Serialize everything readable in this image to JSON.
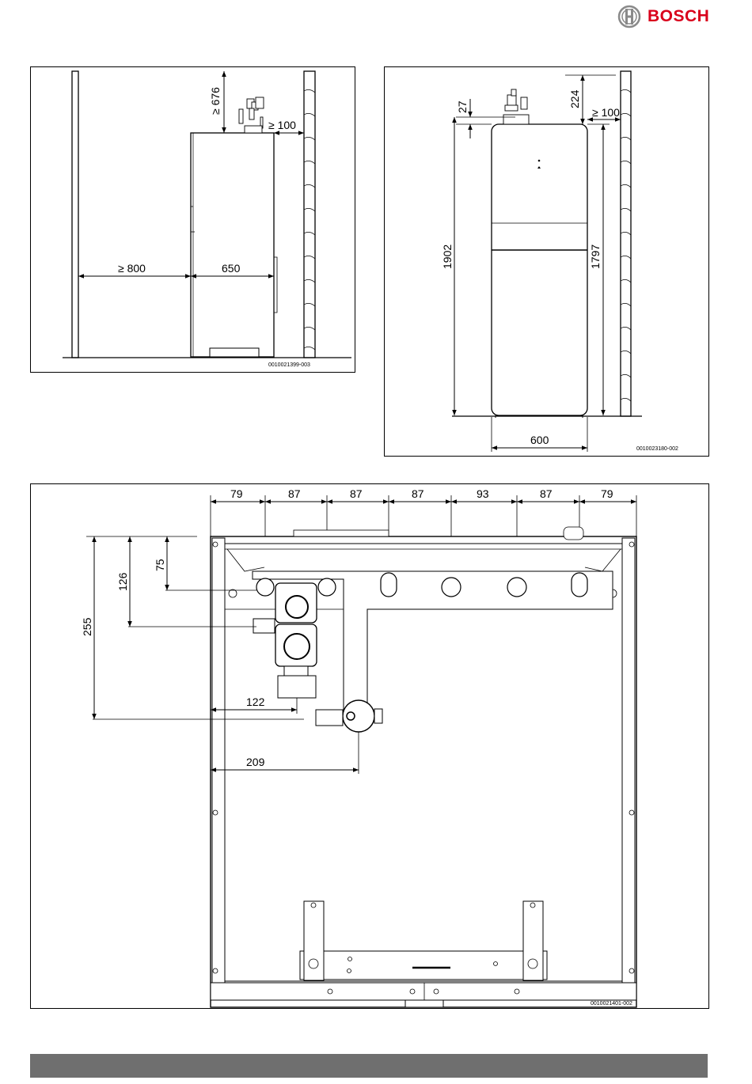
{
  "brand": {
    "name": "BOSCH",
    "color": "#d9001b"
  },
  "side_view": {
    "code": "0010021399-003",
    "dims": {
      "top_clearance": "≥ 676",
      "wall_clearance": "≥ 100",
      "front_clearance": "≥ 800",
      "depth": "650"
    }
  },
  "front_view": {
    "code": "0010023180-002",
    "dims": {
      "pipe_height": "27",
      "top_clearance": "224",
      "wall_clearance": "≥ 100",
      "overall_height": "1902",
      "cabinet_height": "1797",
      "width": "600"
    }
  },
  "top_view": {
    "code": "0010021401-002",
    "spacing": [
      "79",
      "87",
      "87",
      "87",
      "93",
      "87",
      "79"
    ],
    "depths": {
      "d75": "75",
      "d126": "126",
      "d255": "255"
    },
    "offsets": {
      "o122": "122",
      "o209": "209"
    }
  },
  "colors": {
    "footer_bar": "#6f6f6f"
  }
}
